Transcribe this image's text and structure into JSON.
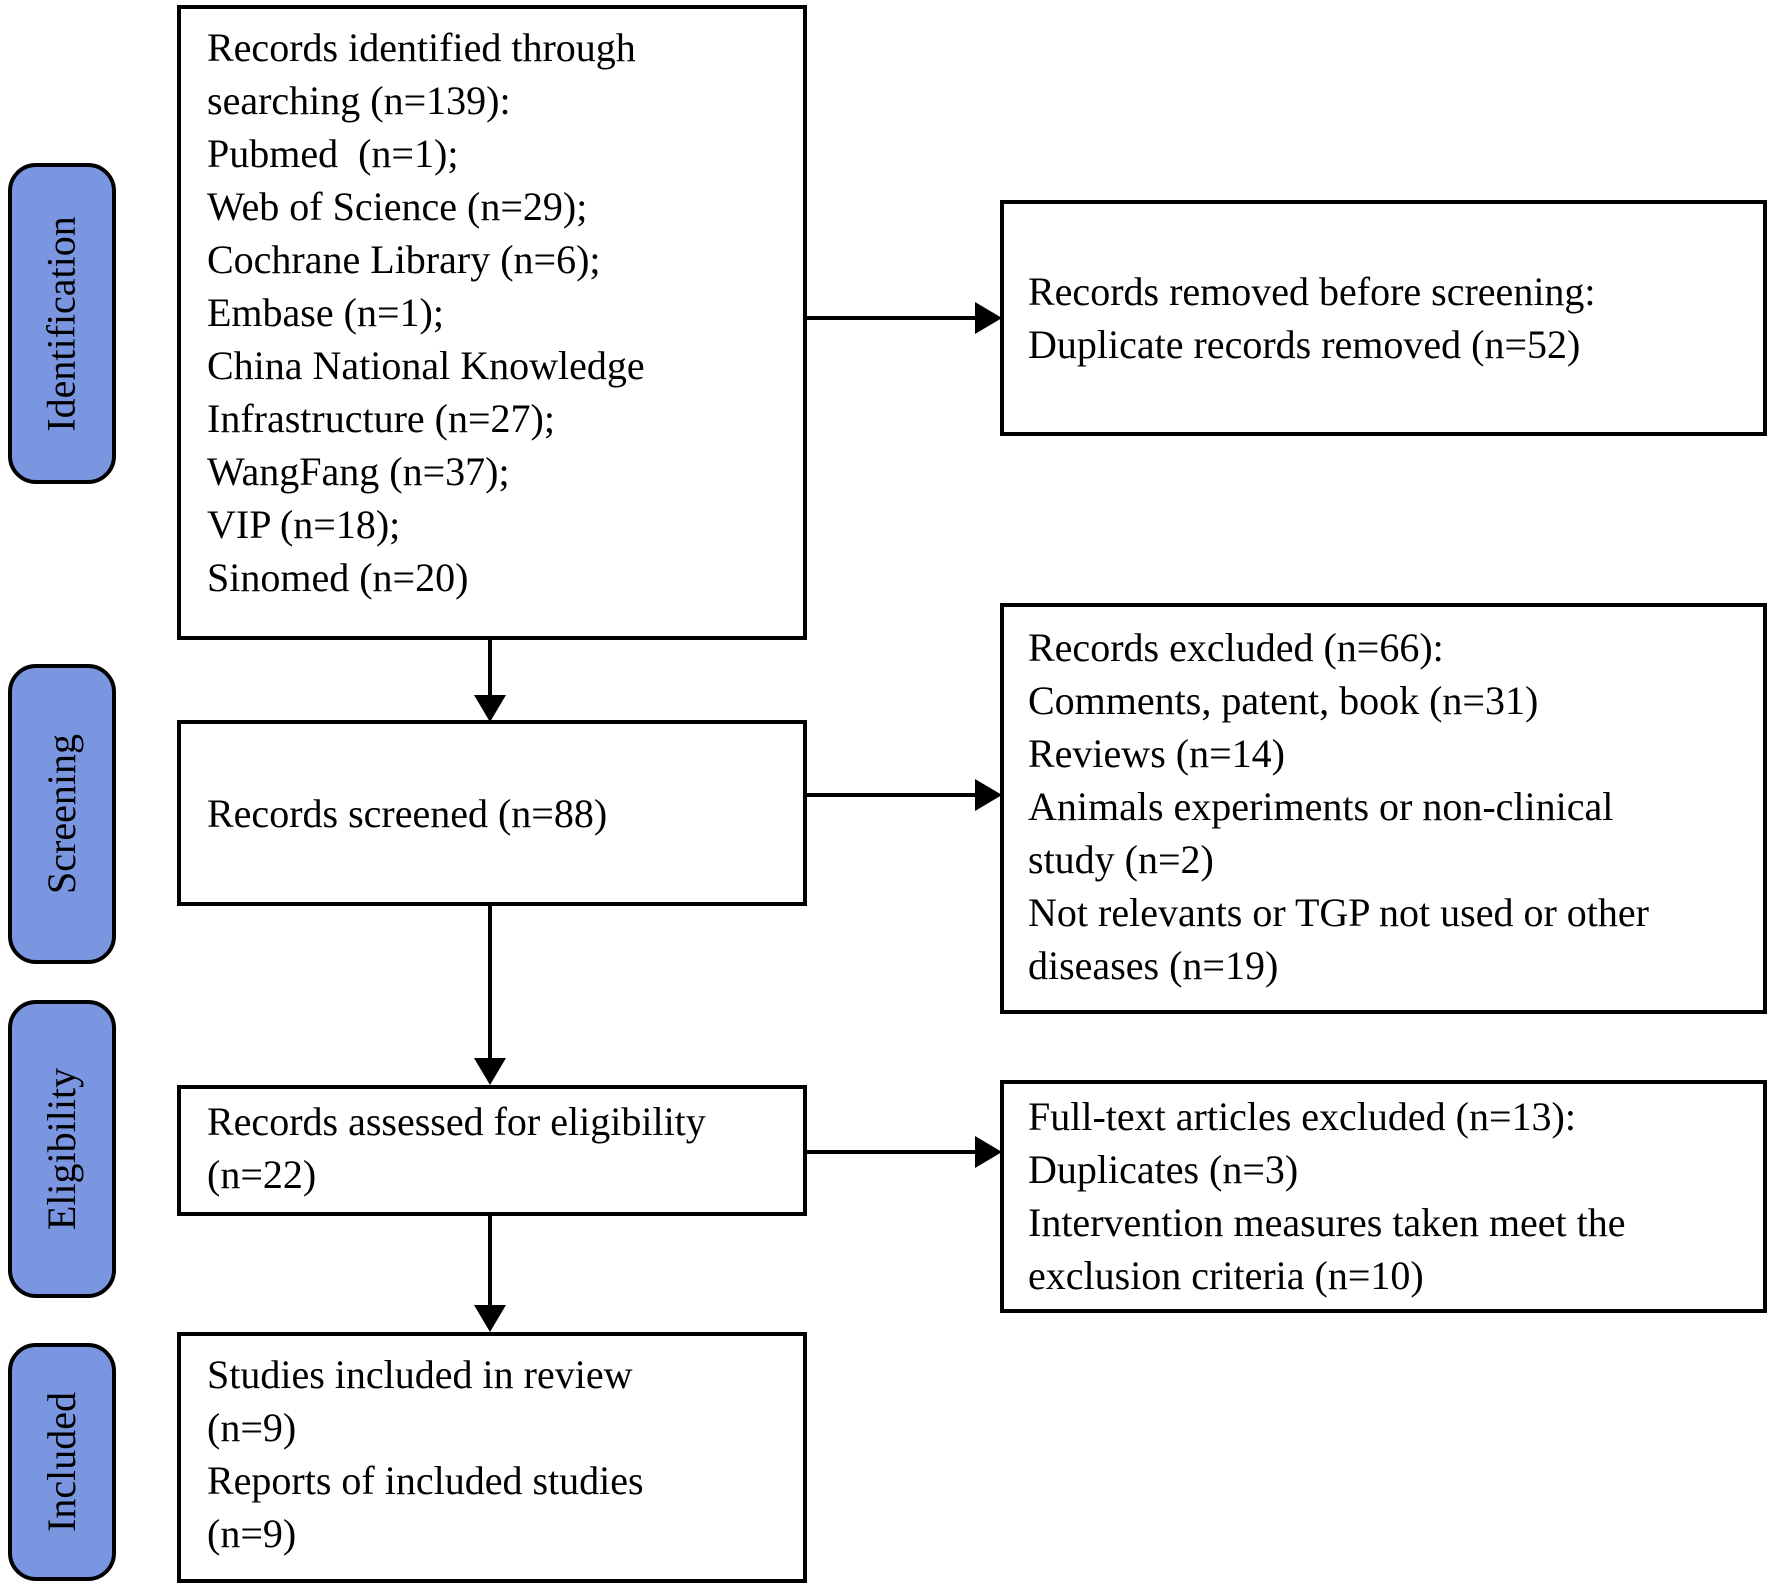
{
  "stages": [
    {
      "label": "Identification"
    },
    {
      "label": "Screening"
    },
    {
      "label": "Eligibility"
    },
    {
      "label": "Included"
    }
  ],
  "boxes": {
    "records_identified": {
      "text": "Records identified through\nsearching (n=139):\nPubmed  (n=1);\nWeb of Science (n=29);\nCochrane Library (n=6);\nEmbase (n=1);\nChina National Knowledge\nInfrastructure (n=27);\nWangFang (n=37);\nVIP (n=18);\nSinomed (n=20)"
    },
    "records_screened": {
      "text": "Records screened (n=88)"
    },
    "records_assessed": {
      "text": "Records assessed for eligibility\n(n=22)"
    },
    "studies_included": {
      "text": "Studies included in review\n(n=9)\nReports of included studies\n(n=9)"
    },
    "records_removed": {
      "text": "Records removed before screening:\nDuplicate records removed (n=52)"
    },
    "records_excluded": {
      "text": "Records excluded (n=66):\nComments, patent, book (n=31)\nReviews (n=14)\nAnimals experiments or non-clinical\nstudy (n=2)\nNot relevants or TGP not used or other\ndiseases (n=19)"
    },
    "fulltext_excluded": {
      "text": "Full-text articles excluded (n=13):\nDuplicates (n=3)\nIntervention measures taken meet the\nexclusion criteria (n=10)"
    }
  },
  "colors": {
    "stage_fill": "#7B96E1",
    "stage_border": "#000000",
    "box_fill": "#FFFFFF",
    "box_border": "#000000",
    "text": "#000000",
    "background": "#FFFFFF"
  }
}
